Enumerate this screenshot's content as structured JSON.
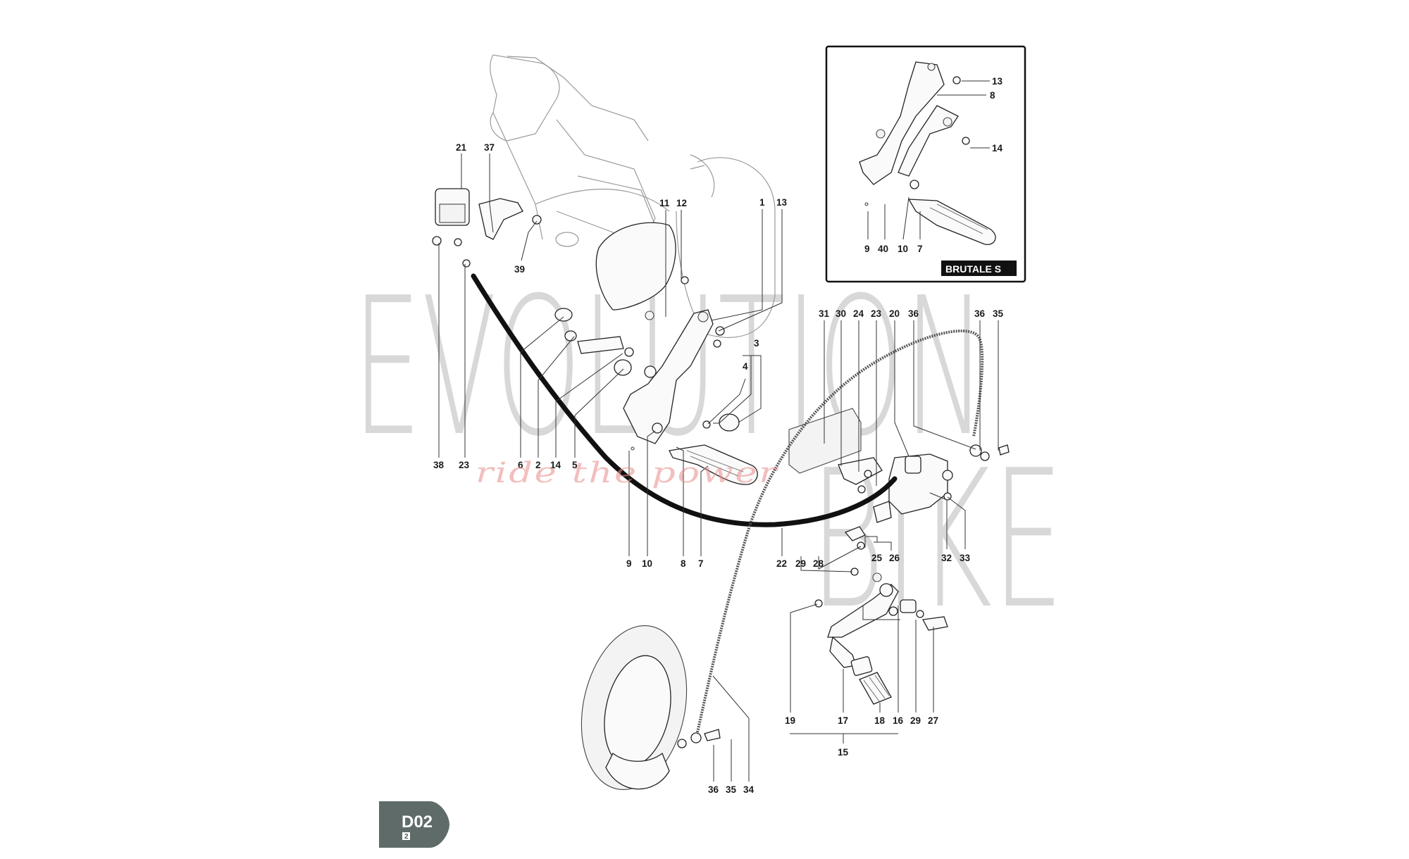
{
  "watermark": {
    "line1": "EVOLUTION",
    "line2": "BIKE",
    "tagline": "ride the power"
  },
  "inset": {
    "title": "BRUTALE S",
    "callouts": [
      "13",
      "8",
      "14",
      "9",
      "40",
      "10",
      "7"
    ]
  },
  "callouts": {
    "c21": "21",
    "c37": "37",
    "c39": "39",
    "c11": "11",
    "c12": "12",
    "c1": "1",
    "c13": "13",
    "c31": "31",
    "c30": "30",
    "c24": "24",
    "c23a": "23",
    "c20": "20",
    "c36a": "36",
    "c36b": "36",
    "c35a": "35",
    "c3": "3",
    "c4": "4",
    "c38": "38",
    "c23b": "23",
    "c6": "6",
    "c2": "2",
    "c14": "14",
    "c5": "5",
    "c9": "9",
    "c10": "10",
    "c8": "8",
    "c7": "7",
    "c22": "22",
    "c29a": "29",
    "c28": "28",
    "c25": "25",
    "c26": "26",
    "c32": "32",
    "c33": "33",
    "c19": "19",
    "c17": "17",
    "c18": "18",
    "c16": "16",
    "c29b": "29",
    "c27": "27",
    "c15": "15",
    "c36c": "36",
    "c35b": "35",
    "c34": "34"
  },
  "badge": {
    "code": "D02",
    "sub": "2"
  },
  "colors": {
    "watermark": "#d2d2d2",
    "tagline": "#e88a8a",
    "badge": "#5e6b69",
    "hose": "#111111"
  }
}
